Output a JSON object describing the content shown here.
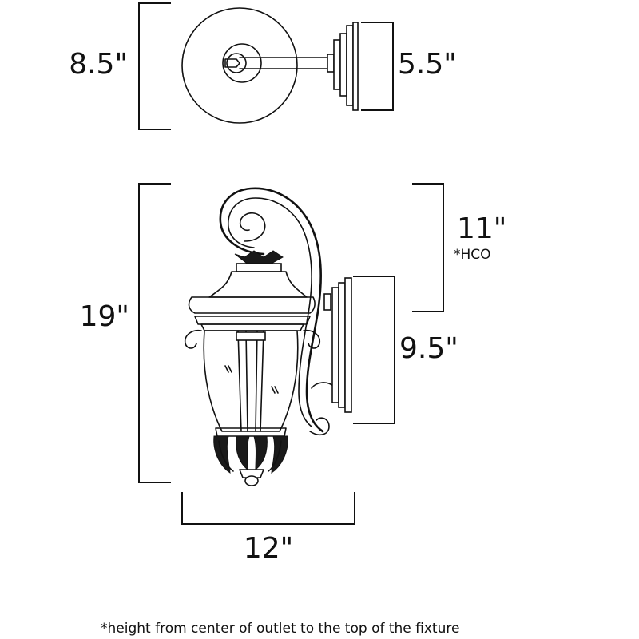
{
  "dimensions": {
    "top_view_height": "8.5\"",
    "canopy_height": "5.5\"",
    "overall_height": "19\"",
    "hco": "11\"",
    "hco_note": "*HCO",
    "backplate_height": "9.5\"",
    "width": "12\""
  },
  "footnote": "*height from center of outlet to the top of the fixture"
}
